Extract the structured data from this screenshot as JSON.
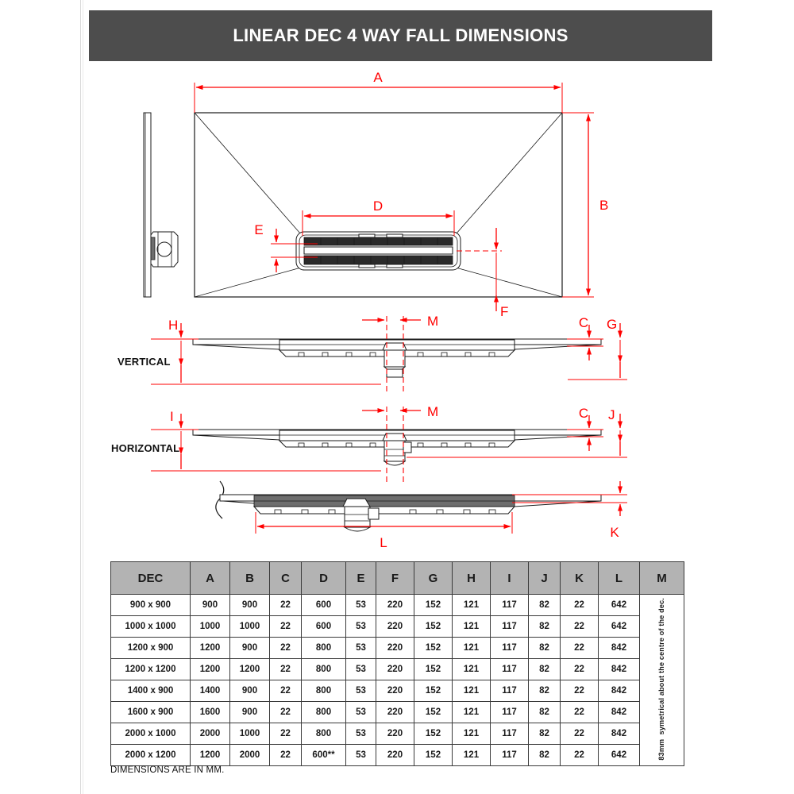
{
  "header": {
    "title": "LINEAR DEC 4 WAY FALL DIMENSIONS",
    "background_color": "#4d4d4d",
    "text_color": "#ffffff"
  },
  "colors": {
    "dimension_red": "#ff0000",
    "drawing_black": "#1a1a1a",
    "table_header_gray": "#b3b3b3",
    "header_bar_gray": "#4d4d4d"
  },
  "drawing": {
    "view_labels": [
      {
        "name": "vertical",
        "text": "VERTICAL"
      },
      {
        "name": "horizontal",
        "text": "HORIZONTAL"
      }
    ],
    "dimension_callouts": [
      {
        "id": "A",
        "label": "A",
        "view": "plan",
        "description": "overall width of tray"
      },
      {
        "id": "B",
        "label": "B",
        "view": "plan",
        "description": "overall depth of tray"
      },
      {
        "id": "D",
        "label": "D",
        "view": "plan",
        "description": "length of linear drain channel"
      },
      {
        "id": "E",
        "label": "E",
        "view": "plan",
        "description": "width of linear drain channel"
      },
      {
        "id": "F",
        "label": "F",
        "view": "plan",
        "description": "offset of channel centreline from rear edge"
      },
      {
        "id": "H",
        "label": "H",
        "view": "vertical",
        "description": "tray thickness at channel, vertical section"
      },
      {
        "id": "M",
        "label": "M",
        "view": "vertical",
        "description": "waste centre offset"
      },
      {
        "id": "C",
        "label": "C",
        "view": "vertical",
        "description": "tray edge thickness"
      },
      {
        "id": "G",
        "label": "G",
        "view": "vertical",
        "description": "overall height including waste"
      },
      {
        "id": "I",
        "label": "I",
        "view": "horizontal",
        "description": "tray thickness at channel, horizontal section"
      },
      {
        "id": "M2",
        "label": "M",
        "view": "horizontal",
        "description": "waste centre offset"
      },
      {
        "id": "C2",
        "label": "C",
        "view": "horizontal",
        "description": "tray edge thickness"
      },
      {
        "id": "J",
        "label": "J",
        "view": "horizontal",
        "description": "overall height including waste"
      },
      {
        "id": "L",
        "label": "L",
        "view": "detail",
        "description": "channel body length"
      },
      {
        "id": "K",
        "label": "K",
        "view": "detail",
        "description": "channel depth below tray top"
      }
    ]
  },
  "table": {
    "columns": [
      "DEC",
      "A",
      "B",
      "C",
      "D",
      "E",
      "F",
      "G",
      "H",
      "I",
      "J",
      "K",
      "L",
      "M"
    ],
    "rows": [
      {
        "dec": "900 x 900",
        "A": "900",
        "B": "900",
        "C": "22",
        "D": "600",
        "E": "53",
        "F": "220",
        "G": "152",
        "H": "121",
        "I": "117",
        "J": "82",
        "K": "22",
        "L": "642"
      },
      {
        "dec": "1000 x 1000",
        "A": "1000",
        "B": "1000",
        "C": "22",
        "D": "600",
        "E": "53",
        "F": "220",
        "G": "152",
        "H": "121",
        "I": "117",
        "J": "82",
        "K": "22",
        "L": "642"
      },
      {
        "dec": "1200 x 900",
        "A": "1200",
        "B": "900",
        "C": "22",
        "D": "800",
        "E": "53",
        "F": "220",
        "G": "152",
        "H": "121",
        "I": "117",
        "J": "82",
        "K": "22",
        "L": "842"
      },
      {
        "dec": "1200 x 1200",
        "A": "1200",
        "B": "1200",
        "C": "22",
        "D": "800",
        "E": "53",
        "F": "220",
        "G": "152",
        "H": "121",
        "I": "117",
        "J": "82",
        "K": "22",
        "L": "842"
      },
      {
        "dec": "1400 x 900",
        "A": "1400",
        "B": "900",
        "C": "22",
        "D": "800",
        "E": "53",
        "F": "220",
        "G": "152",
        "H": "121",
        "I": "117",
        "J": "82",
        "K": "22",
        "L": "842"
      },
      {
        "dec": "1600 x 900",
        "A": "1600",
        "B": "900",
        "C": "22",
        "D": "800",
        "E": "53",
        "F": "220",
        "G": "152",
        "H": "121",
        "I": "117",
        "J": "82",
        "K": "22",
        "L": "842"
      },
      {
        "dec": "2000 x 1000",
        "A": "2000",
        "B": "1000",
        "C": "22",
        "D": "800",
        "E": "53",
        "F": "220",
        "G": "152",
        "H": "121",
        "I": "117",
        "J": "82",
        "K": "22",
        "L": "842"
      },
      {
        "dec": "2000 x 1200",
        "A": "1200",
        "B": "2000",
        "C": "22",
        "D": "600**",
        "E": "53",
        "F": "220",
        "G": "152",
        "H": "121",
        "I": "117",
        "J": "82",
        "K": "22",
        "L": "642"
      }
    ],
    "m_note_line1": "83mm",
    "m_note_line2": "symetrical about the centre of the dec."
  },
  "footer": {
    "note": "DIMENSIONS ARE IN MM."
  }
}
